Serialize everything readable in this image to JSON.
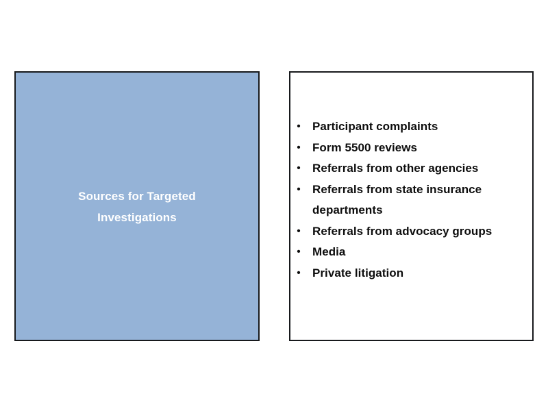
{
  "slide": {
    "background_color": "#ffffff",
    "concept_panel": {
      "title": "Sources for Targeted Investigations",
      "fill_color": "#95b3d7",
      "text_color": "#ffffff",
      "border_color": "#17191c"
    },
    "sources_panel": {
      "fill_color": "#ffffff",
      "border_color": "#17191c",
      "text_color": "#0d0d0d",
      "bullet_glyph": "•",
      "items": [
        {
          "label": "Participant complaints"
        },
        {
          "label": "Form 5500 reviews"
        },
        {
          "label": "Referrals from other agencies"
        },
        {
          "label": "Referrals from state insurance departments"
        },
        {
          "label": "Referrals from advocacy groups"
        },
        {
          "label": "Media"
        },
        {
          "label": "Private litigation"
        }
      ]
    }
  }
}
